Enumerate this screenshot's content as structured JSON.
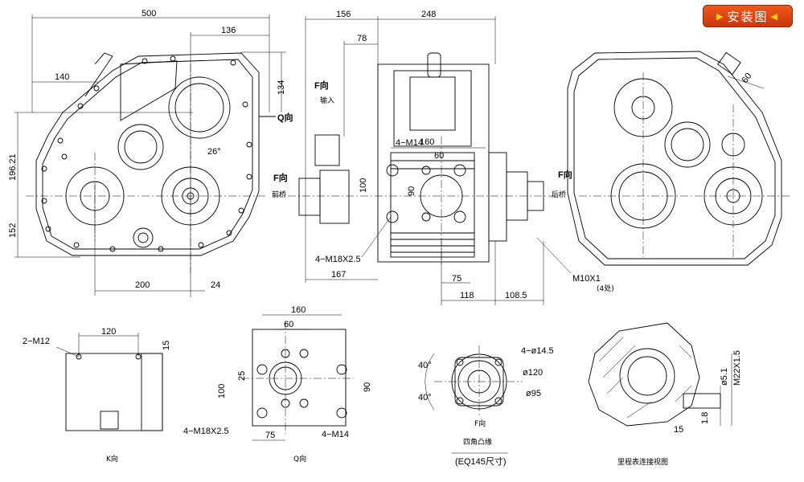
{
  "badge": {
    "label": "安装图",
    "left_arrow": "▶",
    "right_arrow": "◀"
  },
  "front_view": {
    "dim_500": "500",
    "dim_136": "136",
    "dim_140": "140",
    "dim_134": "134",
    "dim_196_21": "196.21",
    "dim_152": "152",
    "dim_200": "200",
    "dim_24": "24",
    "angle_26": "26°",
    "q_dir": "Q向"
  },
  "side_view": {
    "dim_156": "156",
    "dim_248": "248",
    "dim_78": "78",
    "dim_160": "160",
    "dim_60": "60",
    "dim_100": "100",
    "dim_90": "90",
    "dim_167": "167",
    "dim_75": "75",
    "dim_118": "118",
    "dim_108_5": "108.5",
    "label_4m14": "4−M14",
    "label_4m18": "4−M18X2.5",
    "label_m10": "M10X1",
    "label_m10_qty": "(4处)",
    "f_dir_left": "F向",
    "f_dir_right": "F向",
    "front_axle": "前桥",
    "rear_axle": "后桥",
    "input": "输入"
  },
  "rear_view": {
    "dim_60": "60"
  },
  "k_view": {
    "dim_120": "120",
    "dim_15": "15",
    "label_2m12": "2−M12",
    "caption": "K向"
  },
  "q_view": {
    "dim_160": "160",
    "dim_60": "60",
    "dim_25": "25",
    "dim_100": "100",
    "dim_90": "90",
    "dim_75": "75",
    "label_4m18": "4−M18X2.5",
    "label_4m14": "4−M14",
    "caption": "Q向"
  },
  "f_view": {
    "label_4d145": "4−ø14.5",
    "dim_120": "ø120",
    "dim_95": "ø95",
    "angle_top": "40°",
    "angle_bottom": "40°",
    "caption_f": "F向",
    "caption_flange": "四角凸缘",
    "caption_eq": "(EQ145尺寸)"
  },
  "detail_view": {
    "dim_m22": "M22X1.5",
    "dim_5_1": "ø5.1",
    "dim_1_8": "1.8",
    "dim_15": "15",
    "caption": "里程表连接视图"
  }
}
